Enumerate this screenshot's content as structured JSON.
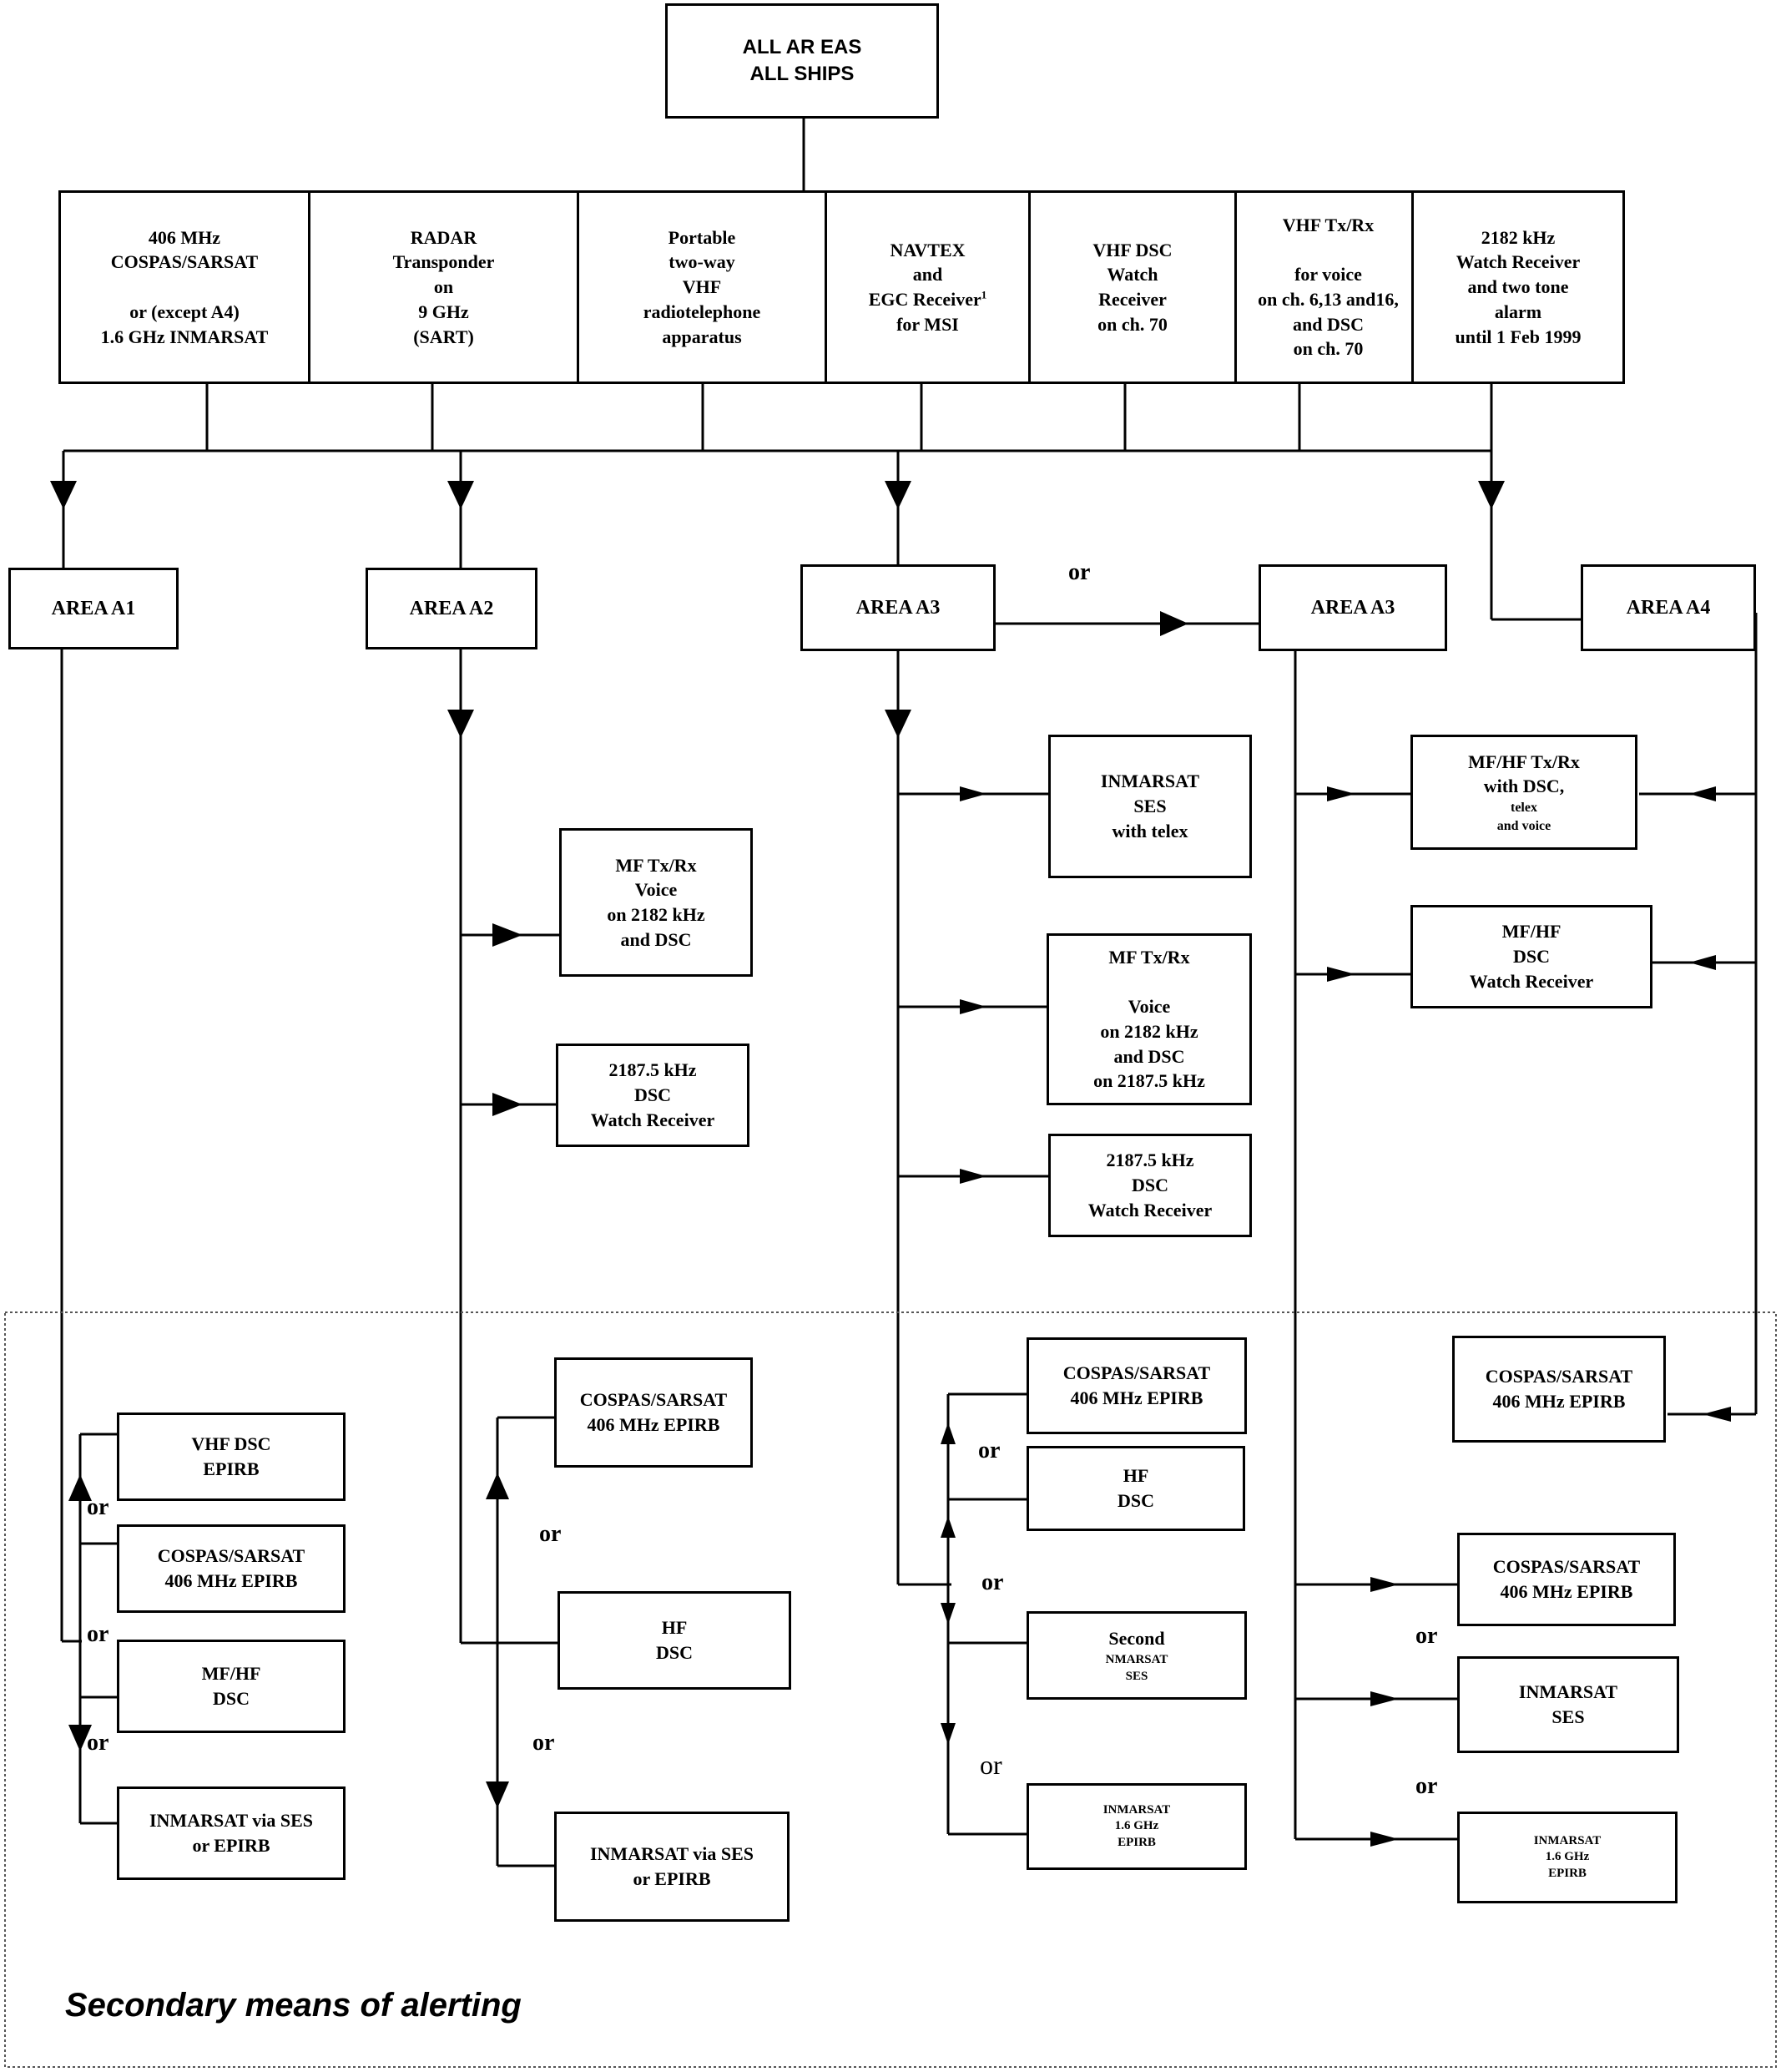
{
  "top": {
    "line1": "ALL   AR EAS",
    "line2": "ALL    SHIPS"
  },
  "equipment": [
    {
      "id": "eq1",
      "text": "406 MHz\nCOSPAS/SARSAT\n\nor (except A4)\n1.6 GHz INMARSAT"
    },
    {
      "id": "eq2",
      "text": "RADAR\nTransponder\non\n9 GHz\n(SART)"
    },
    {
      "id": "eq3",
      "text": "Portable\ntwo-way\nVHF\nradiotelephone\napparatus"
    },
    {
      "id": "eq4",
      "text": "NAVTEX\nand\nEGC Receiver",
      "sup": "1",
      "text_after": "\nfor MSI"
    },
    {
      "id": "eq5",
      "text": "VHF DSC\nWatch\nReceiver\non ch. 70"
    },
    {
      "id": "eq6",
      "text": "VHF Tx/Rx\n\nfor voice\non ch. 6,13 and16,\nand DSC\non ch. 70"
    },
    {
      "id": "eq7",
      "text": "2182 kHz\nWatch Receiver\nand two tone\nalarm\nuntil 1 Feb 1999"
    }
  ],
  "areas": {
    "a1": "AREA A1",
    "a2": "AREA A2",
    "a3": "AREA A3",
    "a3b": "AREA A3",
    "a4": "AREA A4",
    "or_between_a3": "or"
  },
  "a2_primary": [
    "MF Tx/Rx\nVoice\non 2182 kHz\nand DSC",
    "2187.5 kHz\nDSC\nWatch Receiver"
  ],
  "a3_primary": [
    "INMARSAT\nSES\nwith telex",
    "MF Tx/Rx\n\nVoice\non 2182 kHz\nand DSC\non 2187.5 kHz",
    "2187.5 kHz\nDSC\nWatch Receiver"
  ],
  "a3b_primary": [
    {
      "main": "MF/HF Tx/Rx\nwith DSC,",
      "small": "telex\nand voice"
    },
    "MF/HF\nDSC\nWatch Receiver"
  ],
  "secondary": {
    "label": "Secondary means of alerting",
    "a1": [
      "VHF DSC\nEPIRB",
      "COSPAS/SARSAT\n406 MHz EPIRB",
      "MF/HF\nDSC",
      "INMARSAT via SES\nor EPIRB"
    ],
    "a1_or": [
      "or",
      "or",
      "or"
    ],
    "a2": [
      "COSPAS/SARSAT\n406 MHz EPIRB",
      "HF\nDSC",
      "INMARSAT via SES\nor EPIRB"
    ],
    "a2_or": [
      "or",
      "or"
    ],
    "a3": [
      "COSPAS/SARSAT\n406 MHz EPIRB",
      "HF\nDSC",
      {
        "main": "Second",
        "small": "NMARSAT\nSES"
      },
      "INMARSAT\n1.6 GHz\nEPIRB"
    ],
    "a3_or": [
      "or",
      "or",
      "or"
    ],
    "a3b": [
      "COSPAS/SARSAT\n406 MHz EPIRB",
      "INMARSAT\nSES",
      "INMARSAT\n1.6 GHz\nEPIRB"
    ],
    "a3b_or": [
      "or",
      "or"
    ],
    "a4": [
      "COSPAS/SARSAT\n406 MHz EPIRB"
    ]
  }
}
